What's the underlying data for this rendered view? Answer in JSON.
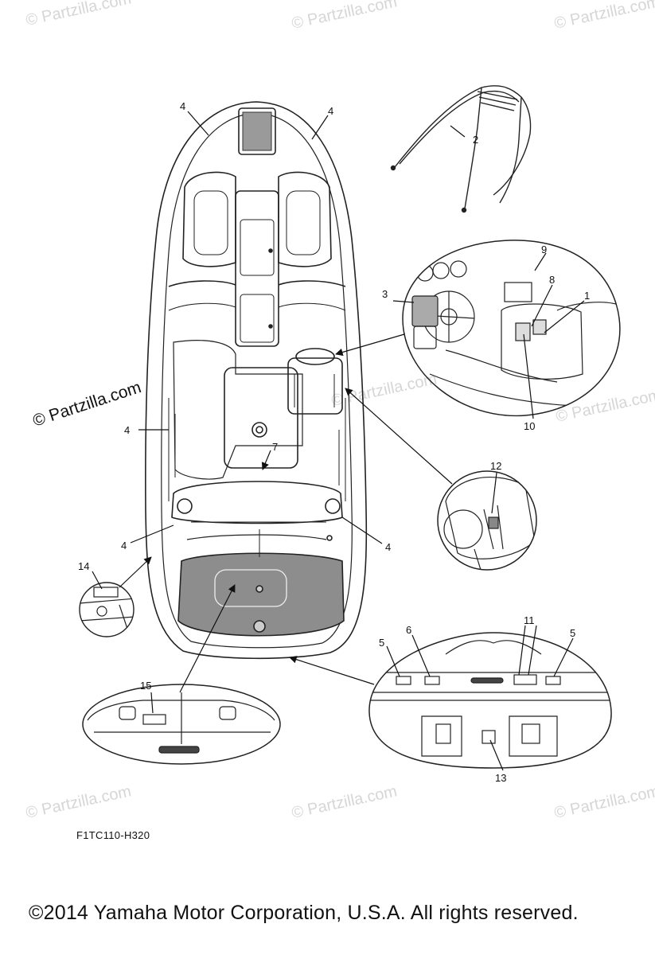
{
  "watermark": "© Partzilla.com",
  "watermark_main": "© Partzilla.com",
  "figure_code": "F1TC110-H320",
  "copyright": "©2014  Yamaha Motor Corporation, U.S.A. All rights reserved.",
  "callouts": {
    "c1": "1",
    "c2": "2",
    "c3": "3",
    "c4a": "4",
    "c4b": "4",
    "c4c": "4",
    "c4d": "4",
    "c4e": "4",
    "c5a": "5",
    "c5b": "5",
    "c6": "6",
    "c7": "7",
    "c8": "8",
    "c9": "9",
    "c10": "10",
    "c11": "11",
    "c12": "12",
    "c13": "13",
    "c14": "14",
    "c15": "15"
  }
}
